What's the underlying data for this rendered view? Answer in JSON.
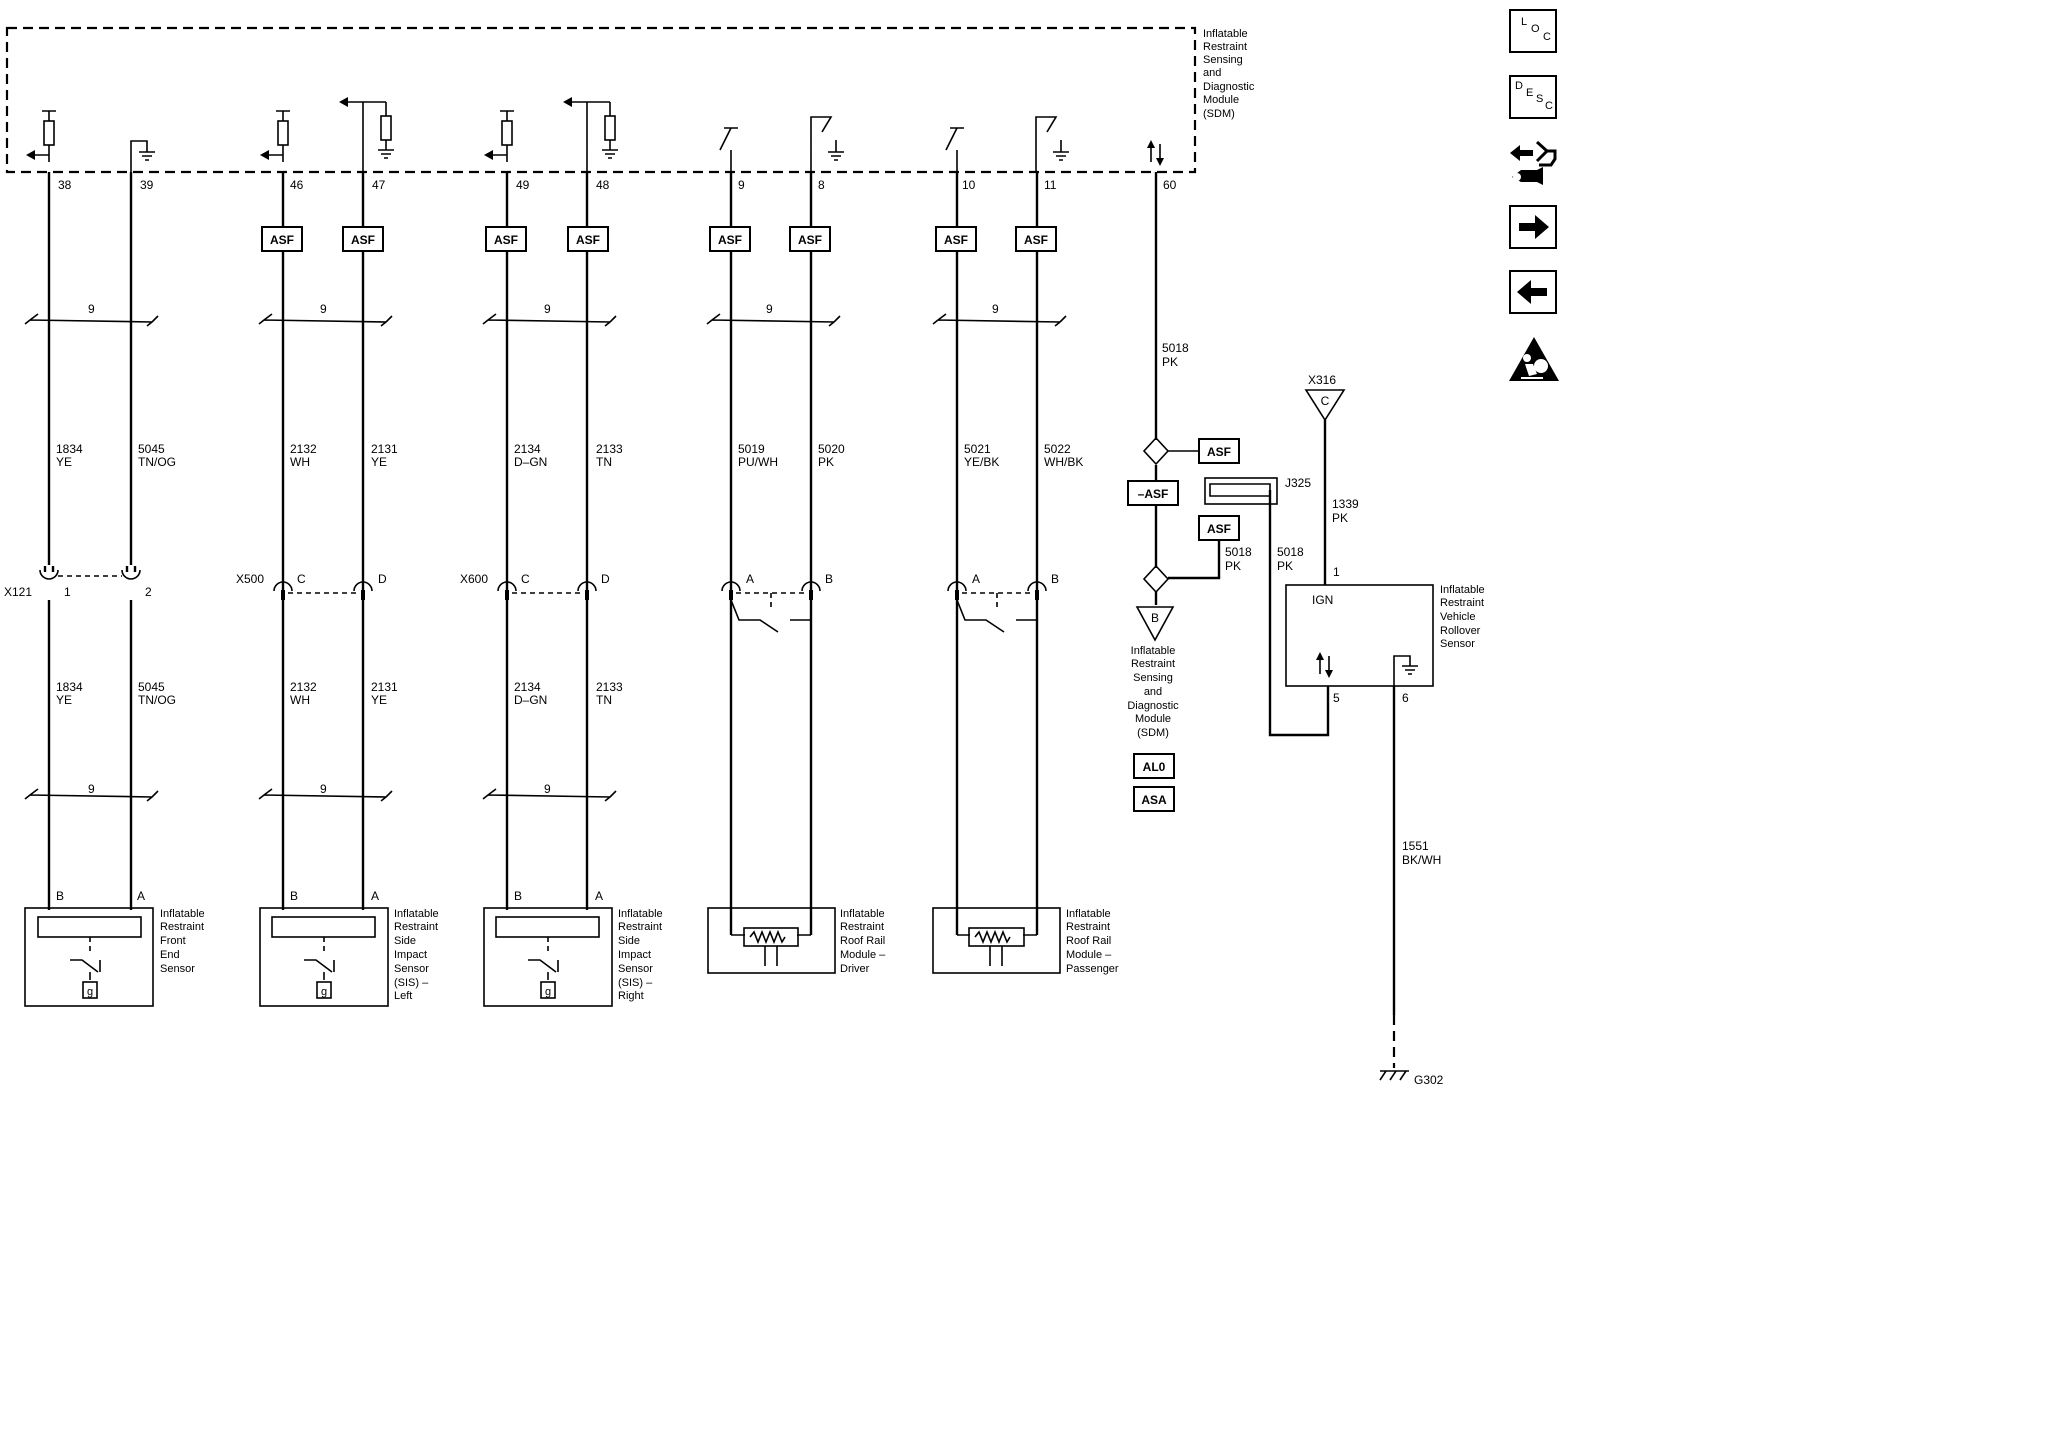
{
  "sdm": {
    "name": [
      "Inflatable",
      "Restraint",
      "Sensing",
      "and",
      "Diagnostic",
      "Module",
      "(SDM)"
    ],
    "pins": [
      "38",
      "39",
      "46",
      "47",
      "49",
      "48",
      "9",
      "8",
      "10",
      "11",
      "60"
    ]
  },
  "asf_label": "ASF",
  "neg_asf_label": "–ASF",
  "twist_label": "9",
  "wires_upper": [
    {
      "circuit": "1834",
      "color": "YE"
    },
    {
      "circuit": "5045",
      "color": "TN/OG"
    },
    {
      "circuit": "2132",
      "color": "WH"
    },
    {
      "circuit": "2131",
      "color": "YE"
    },
    {
      "circuit": "2134",
      "color": "D–GN"
    },
    {
      "circuit": "2133",
      "color": "TN"
    },
    {
      "circuit": "5019",
      "color": "PU/WH"
    },
    {
      "circuit": "5020",
      "color": "PK"
    },
    {
      "circuit": "5021",
      "color": "YE/BK"
    },
    {
      "circuit": "5022",
      "color": "WH/BK"
    }
  ],
  "wires_lower": [
    {
      "circuit": "1834",
      "color": "YE"
    },
    {
      "circuit": "5045",
      "color": "TN/OG"
    },
    {
      "circuit": "2132",
      "color": "WH"
    },
    {
      "circuit": "2131",
      "color": "YE"
    },
    {
      "circuit": "2134",
      "color": "D–GN"
    },
    {
      "circuit": "2133",
      "color": "TN"
    }
  ],
  "connectors": {
    "x121": {
      "name": "X121",
      "pins": [
        "1",
        "2"
      ]
    },
    "x500": {
      "name": "X500",
      "pins": [
        "C",
        "D"
      ]
    },
    "x600": {
      "name": "X600",
      "pins": [
        "C",
        "D"
      ]
    },
    "roof_driver": {
      "pins": [
        "A",
        "B"
      ]
    },
    "roof_passenger": {
      "pins": [
        "A",
        "B"
      ]
    }
  },
  "components": {
    "front_sensor": {
      "pins": [
        "B",
        "A"
      ],
      "name": [
        "Inflatable",
        "Restraint",
        "Front",
        "End",
        "Sensor"
      ],
      "badge": "g"
    },
    "sis_left": {
      "pins": [
        "B",
        "A"
      ],
      "name": [
        "Inflatable",
        "Restraint",
        "Side",
        "Impact",
        "Sensor",
        "(SIS) –",
        "Left"
      ],
      "badge": "g"
    },
    "sis_right": {
      "pins": [
        "B",
        "A"
      ],
      "name": [
        "Inflatable",
        "Restraint",
        "Side",
        "Impact",
        "Sensor",
        "(SIS) –",
        "Right"
      ],
      "badge": "g"
    },
    "roof_driver": {
      "name": [
        "Inflatable",
        "Restraint",
        "Roof Rail",
        "Module –",
        "Driver"
      ]
    },
    "roof_passenger": {
      "name": [
        "Inflatable",
        "Restraint",
        "Roof Rail",
        "Module –",
        "Passenger"
      ]
    },
    "rollover": {
      "name": [
        "Inflatable",
        "Restraint",
        "Vehicle",
        "Rollover",
        "Sensor"
      ],
      "ign_label": "IGN",
      "pins": [
        "1",
        "5",
        "6"
      ]
    }
  },
  "serial_data": {
    "wire_top": {
      "circuit": "5018",
      "color": "PK"
    },
    "wire_right": {
      "circuit": "5018",
      "color": "PK"
    },
    "wire_to_rollover": {
      "circuit": "5018",
      "color": "PK"
    },
    "splice": "J325",
    "offpage_letter": "B",
    "offpage_name": [
      "Inflatable",
      "Restraint",
      "Sensing",
      "and",
      "Diagnostic",
      "Module",
      "(SDM)"
    ],
    "options": [
      "AL0",
      "ASA"
    ]
  },
  "power": {
    "connector": "X316",
    "letter": "C",
    "circuit": "1339",
    "color": "PK"
  },
  "ground": {
    "circuit": "1551",
    "color": "BK/WH",
    "name": "G302"
  },
  "nav": {
    "loc": {
      "l1": "L",
      "l2": "O",
      "l3": "C"
    },
    "desc": {
      "l1": "D",
      "l2": "E",
      "l3": "S",
      "l4": "C"
    },
    "icons": [
      "location-icon",
      "description-icon",
      "connector-tool-icon",
      "next-page-icon",
      "previous-page-icon",
      "airbag-warning-icon"
    ]
  }
}
